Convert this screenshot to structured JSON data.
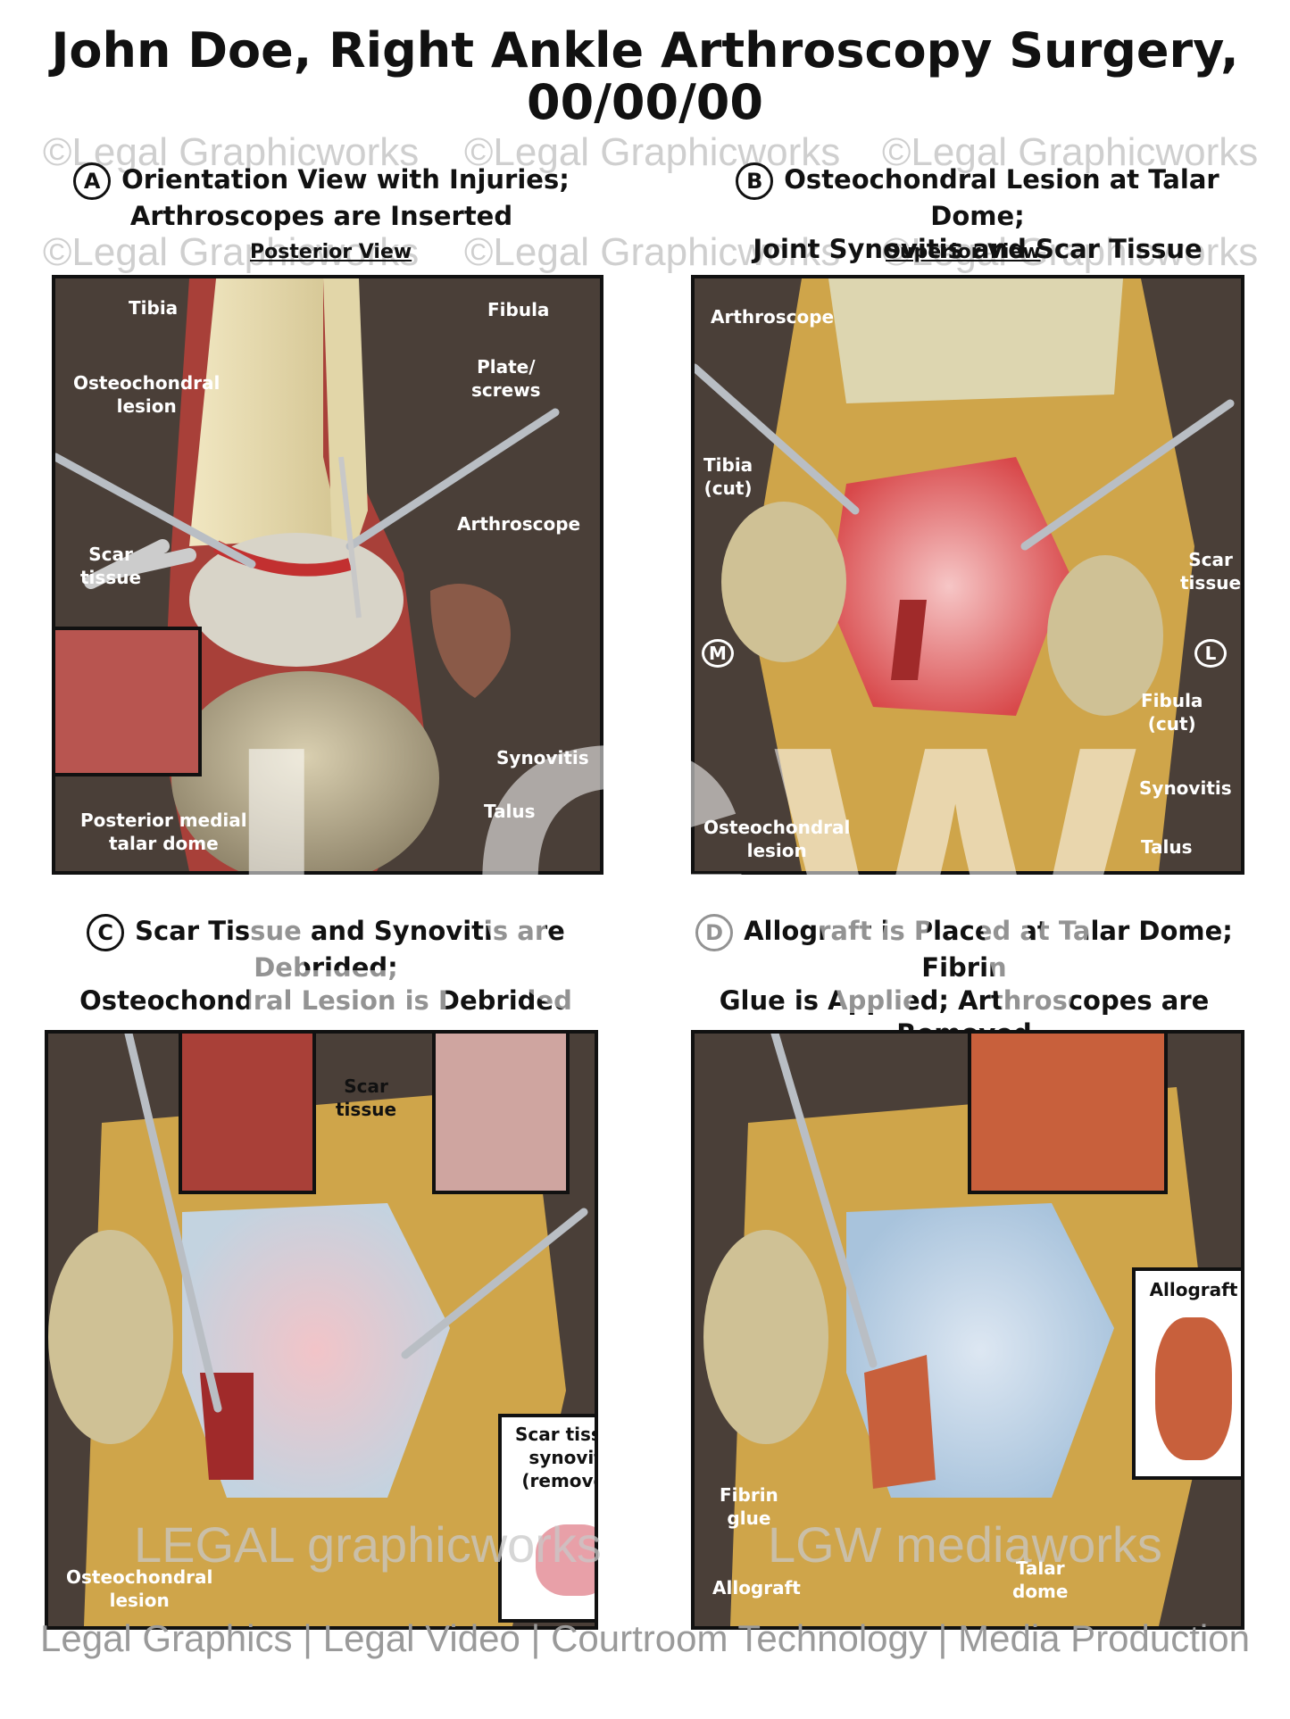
{
  "title": {
    "line1": "John Doe, Right Ankle Arthroscopy Surgery,",
    "line2": "00/00/00"
  },
  "watermark": {
    "text": "©Legal Graphicworks",
    "big": "LGW"
  },
  "panels": {
    "a": {
      "letter": "A",
      "head1": "Orientation View with Injuries;",
      "head2": "Arthroscopes are Inserted",
      "view": "Posterior View",
      "labels": {
        "tibia": "Tibia",
        "fibula": "Fibula",
        "plate": "Plate/\nscrews",
        "lesion": "Osteochondral\nlesion",
        "arthroscope": "Arthroscope",
        "scar": "Scar\ntissue",
        "synovitis": "Synovitis",
        "talus": "Talus",
        "dome": "Posterior medial\ntalar dome"
      }
    },
    "b": {
      "letter": "B",
      "head1": "Osteochondral Lesion at Talar Dome;",
      "head2": "Joint Synovitis and Scar Tissue",
      "view": "Superior View",
      "labels": {
        "arthroscope": "Arthroscope",
        "tibia": "Tibia\n(cut)",
        "scar": "Scar\ntissue",
        "m": "M",
        "l": "L",
        "fibula": "Fibula\n(cut)",
        "synovitis": "Synovitis",
        "lesion": "Osteochondral\nlesion",
        "talus": "Talus"
      }
    },
    "c": {
      "letter": "C",
      "head1": "Scar Tissue and Synovitis are Debrided;",
      "head2": "Osteochondral Lesion is Debrided",
      "labels": {
        "scar": "Scar\ntissue",
        "removed": "Scar tissue/\nsynovitis\n(removed)",
        "lesion": "Osteochondral\nlesion"
      }
    },
    "d": {
      "letter": "D",
      "head1": "Allograft is Placed at Talar Dome; Fibrin",
      "head2": "Glue is Applied; Arthroscopes are Removed",
      "labels": {
        "allograft_box": "Allograft",
        "fibrin": "Fibrin\nglue",
        "allograft": "Allograft",
        "dome": "Talar\ndome"
      }
    }
  },
  "brands": {
    "left": "LEGAL graphicworks",
    "right": "LGW mediaworks"
  },
  "footer": "Legal Graphics | Legal Video | Courtroom Technology | Media Production",
  "colors": {
    "bone": "#e8dcb0",
    "inflamed": "#c8322a",
    "background": "#4a3f38",
    "cartilage": "#c9d7e6"
  }
}
